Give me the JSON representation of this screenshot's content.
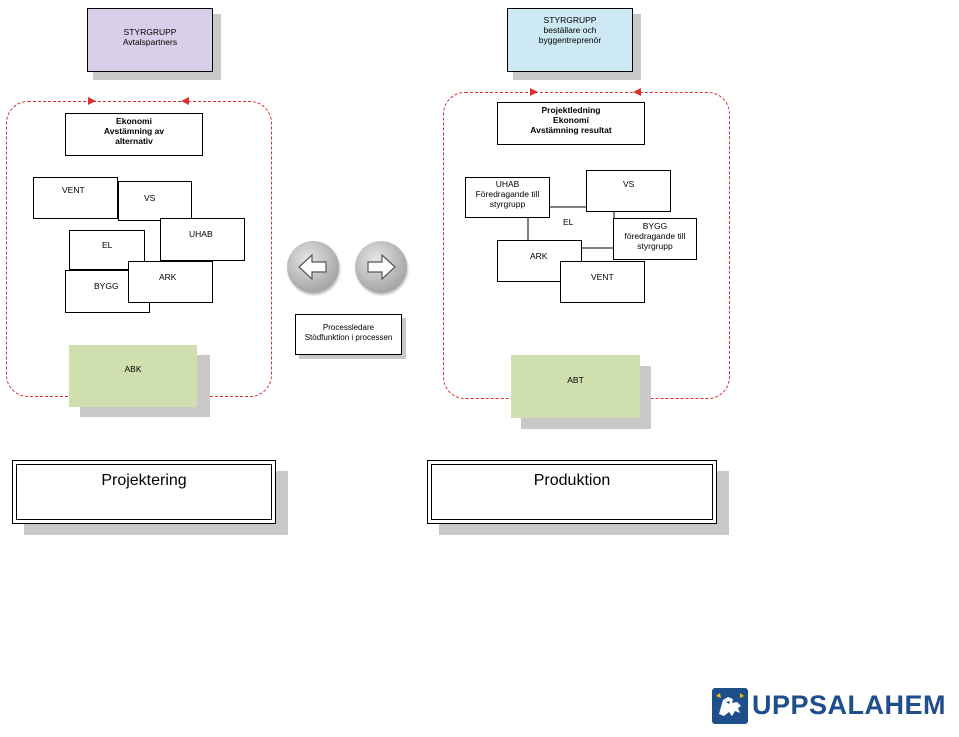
{
  "colors": {
    "purple_box": "#d9cfe8",
    "blue_box": "#cdeaf4",
    "green_box": "#cfe0ae",
    "dashed_border": "#d93030",
    "shadow": "#c9c9c9",
    "logo_blue": "#1f4e8c"
  },
  "left": {
    "styrgrupp": "STYRGRUPP\nAvtalspartners",
    "ekonomi": "Ekonomi\nAvstämning av\nalternativ",
    "vent": "VENT",
    "vs": "VS",
    "uhab": "UHAB",
    "el": "EL",
    "ark": "ARK",
    "bygg": "BYGG",
    "abk": "ABK",
    "phase": "Projektering"
  },
  "center": {
    "processledare": "Processledare\nStödfunktion i processen",
    "left_arrow_icon": "arrow-left",
    "right_arrow_icon": "arrow-right"
  },
  "right": {
    "styrgrupp": "STYRGRUPP\nbeställare och\nbyggentreprenör",
    "projektledning": "Projektledning\nEkonomi\nAvstämning resultat",
    "uhab": "UHAB\nFöredragande till\nstyrgrupp",
    "vs": "VS",
    "el": "EL",
    "bygg": "BYGG\nföredragande till\nstyrgrupp",
    "ark": "ARK",
    "vent": "VENT",
    "abt": "ABT",
    "phase": "Produktion"
  },
  "logo": {
    "text": "UPPSALAHEM",
    "icon": "uppsalahem-lion-icon"
  }
}
